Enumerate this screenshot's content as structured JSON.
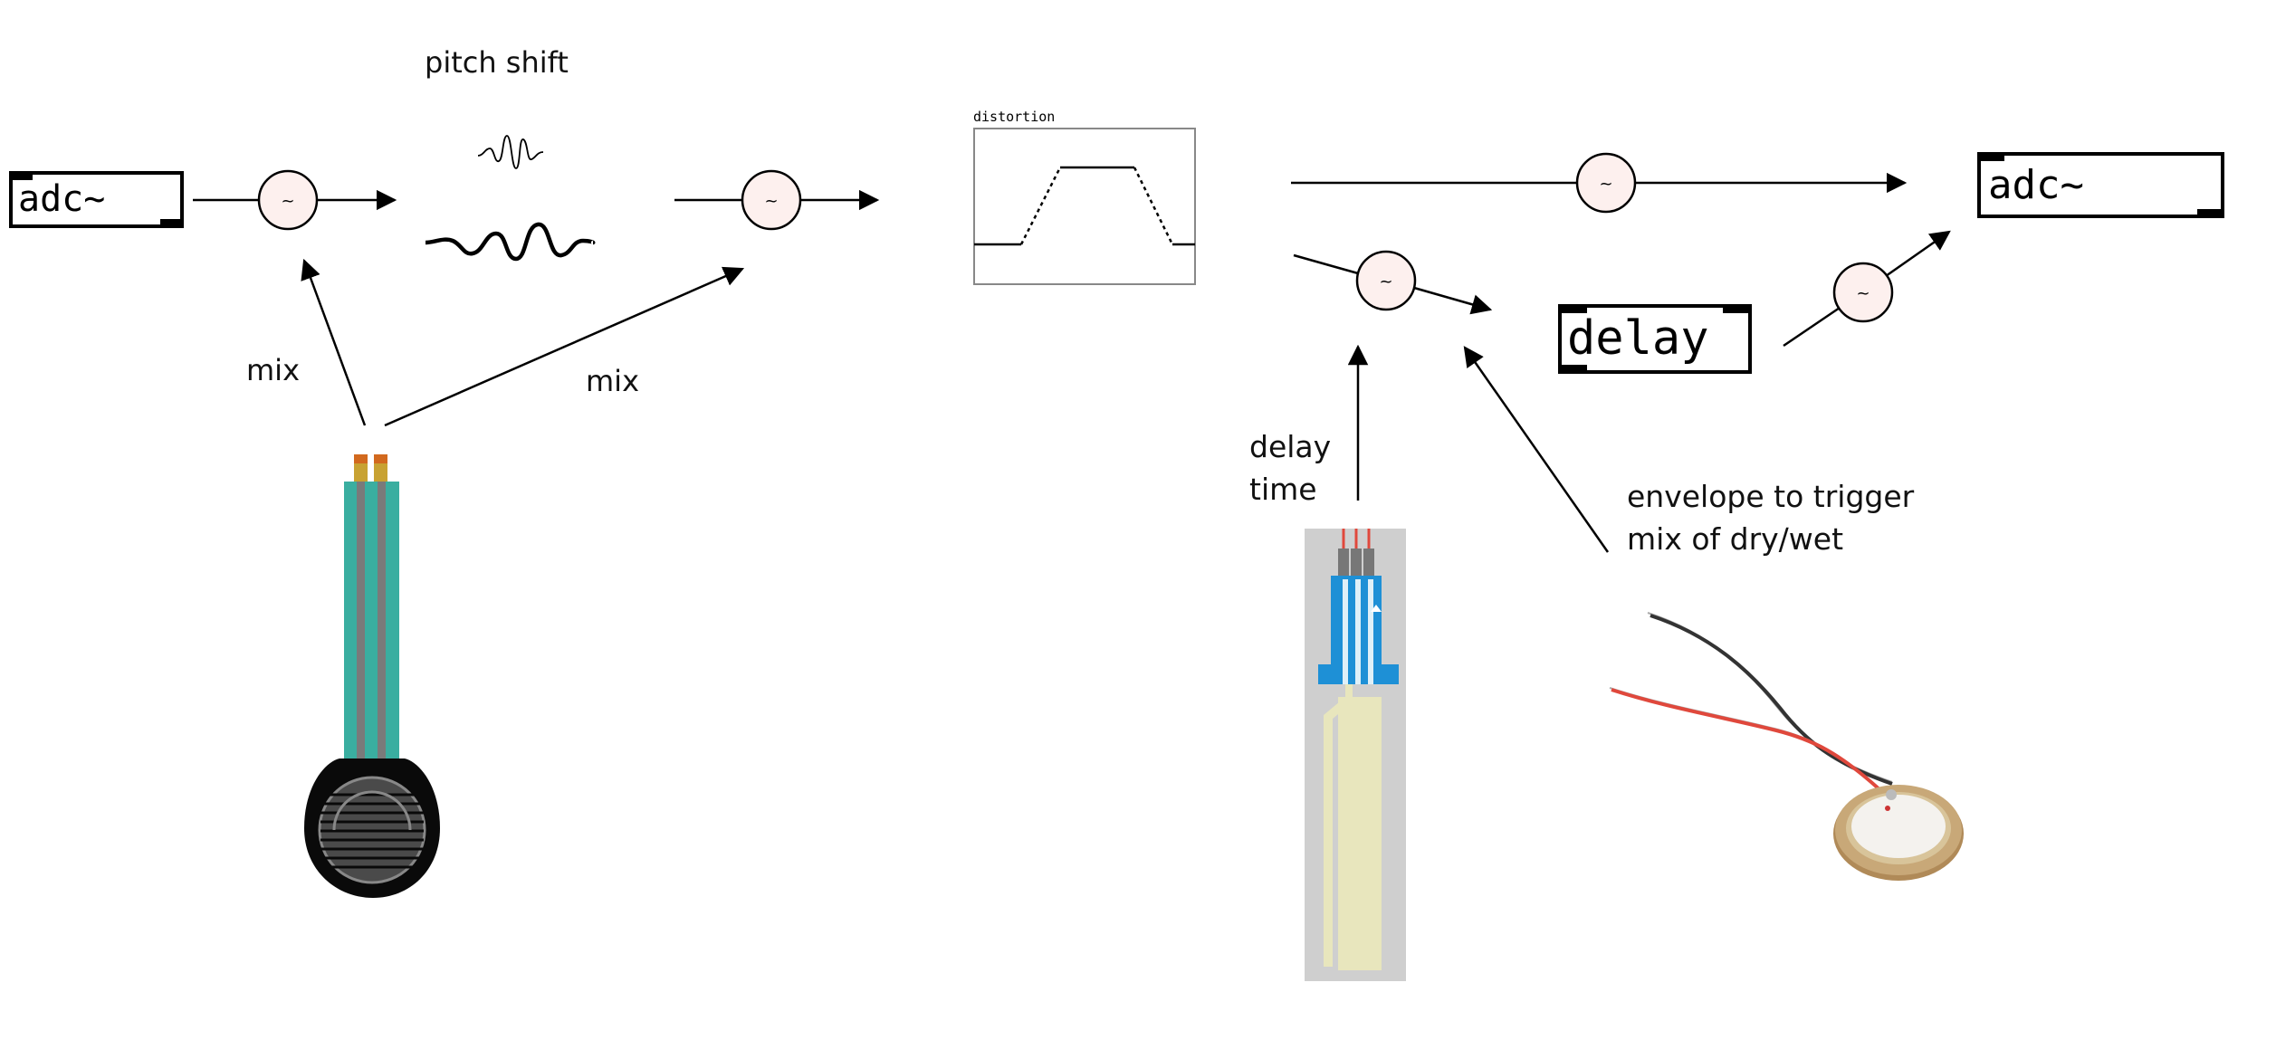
{
  "labels": {
    "pitch_shift": "pitch shift",
    "mix_left": "mix",
    "mix_right": "mix",
    "distortion": "distortion",
    "delay_time_line1": "delay",
    "delay_time_line2": "time",
    "envelope_line1": "envelope to trigger",
    "envelope_line2": "mix of dry/wet"
  },
  "objects": {
    "adc_in": "adc~",
    "adc_out": "adc~",
    "delay": "delay"
  },
  "mixer_symbol": "~",
  "colors": {
    "mixer_fill": "#fdf0ee",
    "fsr_teal": "#3aaea0",
    "fsr_contact": "#d4a017",
    "flex_blue": "#1e90d6",
    "flex_gray": "#cfcfcf",
    "flex_cream": "#e8e6bd",
    "piezo_brass": "#c8a878",
    "wire_red": "#e0483c",
    "wire_black": "#333333"
  },
  "icons": [
    "fsr-sensor-icon",
    "flex-sensor-icon",
    "piezo-disc-icon",
    "pitch-shift-wave-icon",
    "distortion-curve-icon"
  ]
}
